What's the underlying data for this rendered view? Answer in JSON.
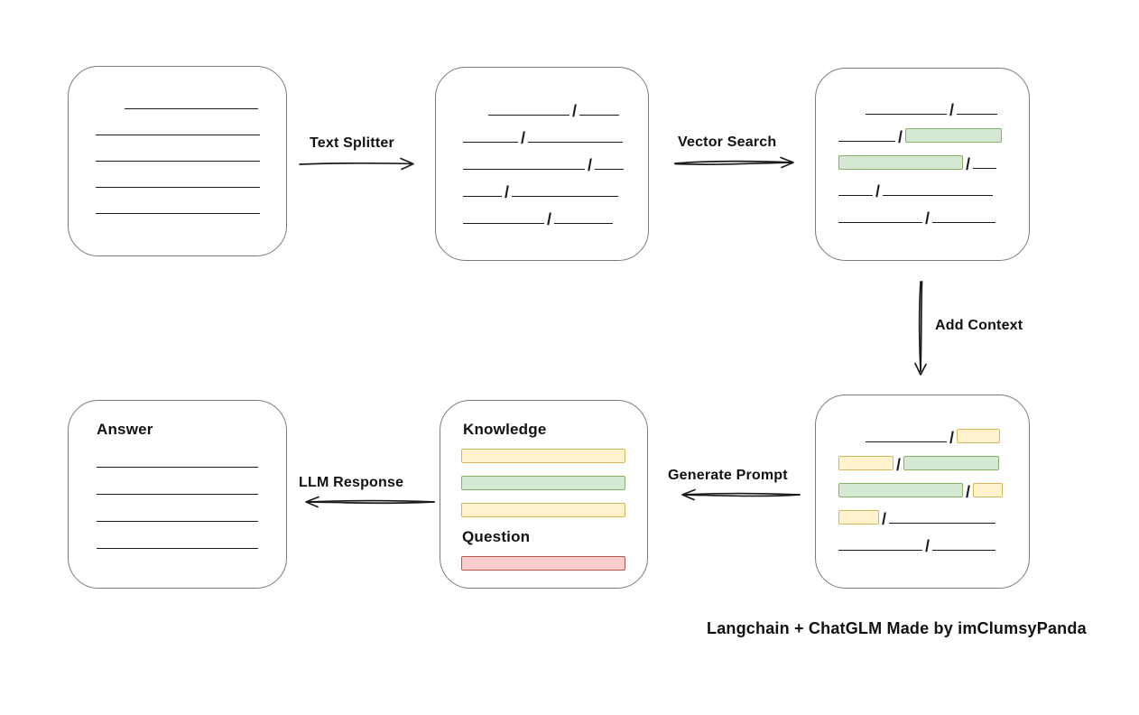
{
  "diagram": {
    "caption": "Langchain + ChatGLM Made by imClumsyPanda"
  },
  "palette": {
    "green": {
      "fill": "#d5e8d4",
      "stroke": "#82b366"
    },
    "yellow": {
      "fill": "#fff2cc",
      "stroke": "#d6b656"
    },
    "red": {
      "fill": "#f8cecc",
      "stroke": "#b85450"
    }
  },
  "arrows": [
    {
      "id": "text-splitter",
      "label": "Text Splitter",
      "direction": "right"
    },
    {
      "id": "vector-search",
      "label": "Vector Search",
      "direction": "right"
    },
    {
      "id": "add-context",
      "label": "Add Context",
      "direction": "down"
    },
    {
      "id": "generate-prompt",
      "label": "Generate Prompt",
      "direction": "left"
    },
    {
      "id": "llm-response",
      "label": "LLM Response",
      "direction": "left"
    }
  ],
  "boxes": {
    "source_document": {
      "rows": [
        {
          "indent": 32,
          "segs": [
            {
              "t": "line",
              "w": 148
            }
          ]
        },
        {
          "segs": [
            {
              "t": "line",
              "w": 182
            }
          ]
        },
        {
          "segs": [
            {
              "t": "line",
              "w": 182
            }
          ]
        },
        {
          "segs": [
            {
              "t": "line",
              "w": 182
            }
          ]
        },
        {
          "segs": [
            {
              "t": "line",
              "w": 182
            }
          ]
        }
      ]
    },
    "split_chunks": {
      "rows": [
        {
          "indent": 28,
          "segs": [
            {
              "t": "line",
              "w": 90
            },
            {
              "t": "slash"
            },
            {
              "t": "line",
              "w": 44
            }
          ]
        },
        {
          "segs": [
            {
              "t": "line",
              "w": 61
            },
            {
              "t": "slash"
            },
            {
              "t": "line",
              "w": 105
            }
          ]
        },
        {
          "segs": [
            {
              "t": "line",
              "w": 135
            },
            {
              "t": "slash"
            },
            {
              "t": "line",
              "w": 32
            }
          ]
        },
        {
          "segs": [
            {
              "t": "line",
              "w": 43
            },
            {
              "t": "slash"
            },
            {
              "t": "line",
              "w": 118
            }
          ]
        },
        {
          "segs": [
            {
              "t": "line",
              "w": 90
            },
            {
              "t": "slash"
            },
            {
              "t": "line",
              "w": 65
            }
          ]
        }
      ]
    },
    "matched_chunks": {
      "rows": [
        {
          "indent": 30,
          "segs": [
            {
              "t": "line",
              "w": 90
            },
            {
              "t": "slash"
            },
            {
              "t": "line",
              "w": 45
            }
          ]
        },
        {
          "segs": [
            {
              "t": "line",
              "w": 63
            },
            {
              "t": "slash"
            },
            {
              "t": "chunk",
              "c": "green",
              "w": 107
            }
          ]
        },
        {
          "segs": [
            {
              "t": "chunk",
              "c": "green",
              "w": 138
            },
            {
              "t": "slash"
            },
            {
              "t": "line",
              "w": 26
            }
          ]
        },
        {
          "segs": [
            {
              "t": "line",
              "w": 38
            },
            {
              "t": "slash"
            },
            {
              "t": "line",
              "w": 122
            }
          ]
        },
        {
          "segs": [
            {
              "t": "line",
              "w": 93
            },
            {
              "t": "slash"
            },
            {
              "t": "line",
              "w": 70
            }
          ]
        }
      ]
    },
    "context_chunks": {
      "rows": [
        {
          "indent": 30,
          "segs": [
            {
              "t": "line",
              "w": 90
            },
            {
              "t": "slash"
            },
            {
              "t": "chunk",
              "c": "yellow",
              "w": 48
            }
          ]
        },
        {
          "segs": [
            {
              "t": "chunk",
              "c": "yellow",
              "w": 61
            },
            {
              "t": "slash"
            },
            {
              "t": "chunk",
              "c": "green",
              "w": 106
            }
          ]
        },
        {
          "segs": [
            {
              "t": "chunk",
              "c": "green",
              "w": 138
            },
            {
              "t": "slash"
            },
            {
              "t": "chunk",
              "c": "yellow",
              "w": 33
            }
          ]
        },
        {
          "segs": [
            {
              "t": "chunk",
              "c": "yellow",
              "w": 45
            },
            {
              "t": "slash"
            },
            {
              "t": "line",
              "w": 118
            }
          ]
        },
        {
          "segs": [
            {
              "t": "line",
              "w": 93
            },
            {
              "t": "slash"
            },
            {
              "t": "line",
              "w": 70
            }
          ]
        }
      ]
    },
    "prompt": {
      "knowledge_label": "Knowledge",
      "question_label": "Question",
      "knowledge_bars": [
        "yellow",
        "green",
        "yellow"
      ],
      "question_bars": [
        "red"
      ]
    },
    "answer": {
      "label": "Answer",
      "rows": [
        {
          "segs": [
            {
              "t": "line",
              "w": 179
            }
          ]
        },
        {
          "segs": [
            {
              "t": "line",
              "w": 179
            }
          ]
        },
        {
          "segs": [
            {
              "t": "line",
              "w": 179
            }
          ]
        },
        {
          "segs": [
            {
              "t": "line",
              "w": 179
            }
          ]
        }
      ]
    }
  }
}
